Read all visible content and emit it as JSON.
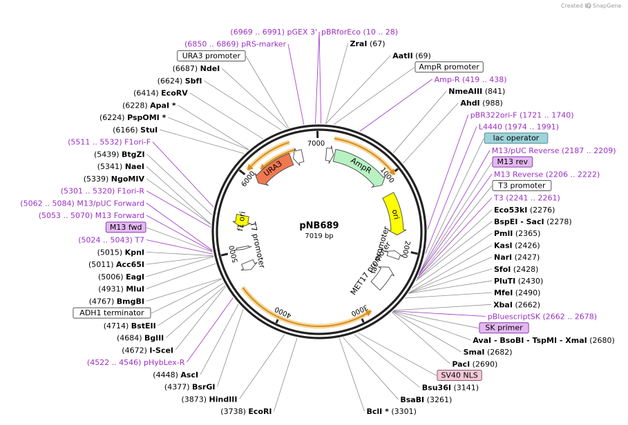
{
  "credit": {
    "text": "Created by",
    "brand": "SnapGene"
  },
  "plasmid": {
    "name": "pNB689",
    "length_label": "7019 bp",
    "length": 7019
  },
  "scale_ticks": [
    {
      "pos": 1000,
      "label": "1000"
    },
    {
      "pos": 2000,
      "label": "2000"
    },
    {
      "pos": 3000,
      "label": "3000"
    },
    {
      "pos": 4000,
      "label": "4000"
    },
    {
      "pos": 5000,
      "label": "5000"
    },
    {
      "pos": 6000,
      "label": "6000"
    },
    {
      "pos": 7000,
      "label": "7000"
    }
  ],
  "features": [
    {
      "name": "AmpR",
      "label": "AmpR",
      "start": 220,
      "end": 1040,
      "color": "#b8f2c2",
      "kind": "arrow",
      "dir": 1
    },
    {
      "name": "ori",
      "label": "ori",
      "start": 1210,
      "end": 1800,
      "color": "#ffff00",
      "kind": "arrow",
      "dir": 1
    },
    {
      "name": "AmpR promoter",
      "label": "",
      "start": 100,
      "end": 205,
      "color": "#ffffff",
      "kind": "arrow",
      "dir": 1
    },
    {
      "name": "lac promoter",
      "label": "lac promoter",
      "start": 2030,
      "end": 2130,
      "color": "#ffffff",
      "kind": "arrow",
      "dir": -1
    },
    {
      "name": "MET17 promoter",
      "label": "MET17 promoter",
      "start": 2280,
      "end": 2610,
      "color": "#ffffff",
      "kind": "arrow",
      "dir": -1
    },
    {
      "name": "T7 promoter",
      "label": "T7 promoter",
      "start": 5010,
      "end": 5045,
      "color": "#ffffff",
      "kind": "arrow",
      "dir": -1
    },
    {
      "name": "f1 ori",
      "label": "f1 ori",
      "start": 5330,
      "end": 5500,
      "color": "#ffff00",
      "kind": "arrow",
      "dir": -1
    },
    {
      "name": "URA3",
      "label": "URA3",
      "start": 6020,
      "end": 6610,
      "color": "#f07850",
      "kind": "arrow",
      "dir": -1
    },
    {
      "name": "URA3 promoter",
      "label": "",
      "start": 6640,
      "end": 6780,
      "color": "#ffffff",
      "kind": "arrow",
      "dir": -1
    },
    {
      "name": "ADH1 terminator",
      "label": "",
      "start": 4700,
      "end": 4820,
      "color": "#ffffff",
      "kind": "arrow",
      "dir": -1
    }
  ],
  "orfs": [
    {
      "start": 180,
      "end": 1030,
      "dir": 1,
      "ring": 137
    },
    {
      "start": 2860,
      "end": 4560,
      "dir": -1,
      "ring": 137
    },
    {
      "start": 6060,
      "end": 6660,
      "dir": -1,
      "ring": 137
    },
    {
      "start": 6180,
      "end": 6700,
      "dir": -1,
      "ring": 124
    }
  ],
  "labels": [
    {
      "text": "pBRforEco",
      "coord": "(10 .. 28)",
      "kind": "primer",
      "layout": "l",
      "pos": 19
    },
    {
      "text": "pGEX 3'",
      "coord": "(6969 .. 6991)",
      "kind": "primer",
      "layout": "l",
      "pos": 6980
    },
    {
      "text": "pRS-marker",
      "coord": "(6850 .. 6869)",
      "kind": "primer",
      "layout": "l",
      "pos": 6860
    },
    {
      "text": "URA3 promoter",
      "coord": "",
      "kind": "box",
      "layout": "b",
      "pos": 6700
    },
    {
      "text": "NdeI",
      "coord": "(6687)",
      "kind": "enzyme",
      "layout": "l",
      "pos": 6687
    },
    {
      "text": "SbfI",
      "coord": "(6624)",
      "kind": "enzyme",
      "layout": "l",
      "pos": 6624
    },
    {
      "text": "EcoRV",
      "coord": "(6414)",
      "kind": "enzyme",
      "layout": "l",
      "pos": 6414
    },
    {
      "text": "ApaI *",
      "coord": "(6228)",
      "kind": "enzyme",
      "layout": "l",
      "pos": 6228
    },
    {
      "text": "PspOMI *",
      "coord": "(6224)",
      "kind": "enzyme",
      "layout": "l",
      "pos": 6224
    },
    {
      "text": "StuI",
      "coord": "(6166)",
      "kind": "enzyme",
      "layout": "l",
      "pos": 6166
    },
    {
      "text": "F1ori-F",
      "coord": "(5511 .. 5532)",
      "kind": "primer",
      "layout": "l",
      "pos": 5521
    },
    {
      "text": "BtgZI",
      "coord": "(5439)",
      "kind": "enzyme",
      "layout": "l",
      "pos": 5439
    },
    {
      "text": "NaeI",
      "coord": "(5341)",
      "kind": "enzyme",
      "layout": "l",
      "pos": 5341
    },
    {
      "text": "NgoMIV",
      "coord": "(5339)",
      "kind": "enzyme",
      "layout": "l",
      "pos": 5339
    },
    {
      "text": "F1ori-R",
      "coord": "(5301 .. 5320)",
      "kind": "primer",
      "layout": "l",
      "pos": 5310
    },
    {
      "text": "M13/pUC Forward",
      "coord": "(5062 .. 5084)",
      "kind": "primer",
      "layout": "l",
      "pos": 5073
    },
    {
      "text": "M13 Forward",
      "coord": "(5053 .. 5070)",
      "kind": "primer",
      "layout": "l",
      "pos": 5061
    },
    {
      "text": "M13 fwd",
      "coord": "",
      "kind": "purbox",
      "layout": "b",
      "pos": 5055
    },
    {
      "text": "T7",
      "coord": "(5024 .. 5043)",
      "kind": "primer",
      "layout": "l",
      "pos": 5033
    },
    {
      "text": "KpnI",
      "coord": "(5015)",
      "kind": "enzyme",
      "layout": "l",
      "pos": 5015
    },
    {
      "text": "Acc65I",
      "coord": "(5011)",
      "kind": "enzyme",
      "layout": "l",
      "pos": 5011
    },
    {
      "text": "EagI",
      "coord": "(5006)",
      "kind": "enzyme",
      "layout": "l",
      "pos": 5006
    },
    {
      "text": "MluI",
      "coord": "(4931)",
      "kind": "enzyme",
      "layout": "l",
      "pos": 4931
    },
    {
      "text": "BmgBI",
      "coord": "(4767)",
      "kind": "enzyme",
      "layout": "l",
      "pos": 4767
    },
    {
      "text": "BstEII",
      "coord": "(4714)",
      "kind": "enzyme",
      "layout": "l",
      "pos": 4714
    },
    {
      "text": "BglII",
      "coord": "(4684)",
      "kind": "enzyme",
      "layout": "l",
      "pos": 4684
    },
    {
      "text": "I-SceI",
      "coord": "(4672)",
      "kind": "enzyme",
      "layout": "l",
      "pos": 4672
    },
    {
      "text": "ADH1 terminator",
      "coord": "",
      "kind": "box",
      "layout": "b",
      "pos": 4760
    },
    {
      "text": "pHybLex-R",
      "coord": "(4522 .. 4546)",
      "kind": "primer",
      "layout": "l",
      "pos": 4534
    },
    {
      "text": "AscI",
      "coord": "(4448)",
      "kind": "enzyme",
      "layout": "l",
      "pos": 4448
    },
    {
      "text": "BsrGI",
      "coord": "(4377)",
      "kind": "enzyme",
      "layout": "l",
      "pos": 4377
    },
    {
      "text": "HindIII",
      "coord": "(3873)",
      "kind": "enzyme",
      "layout": "l",
      "pos": 3873
    },
    {
      "text": "EcoRI",
      "coord": "(3738)",
      "kind": "enzyme",
      "layout": "l",
      "pos": 3738
    },
    {
      "text": "BclI *",
      "coord": "(3301)",
      "kind": "enzyme",
      "layout": "l",
      "pos": 3301
    },
    {
      "text": "BsaBI",
      "coord": "(3261)",
      "kind": "enzyme",
      "layout": "r",
      "pos": 3261
    },
    {
      "text": "Bsu36I",
      "coord": "(3141)",
      "kind": "enzyme",
      "layout": "r",
      "pos": 3141
    },
    {
      "text": "SV40 NLS",
      "coord": "",
      "kind": "pinkbox",
      "layout": "b",
      "pos": 3100
    },
    {
      "text": "PacI",
      "coord": "(2690)",
      "kind": "enzyme",
      "layout": "r",
      "pos": 2690
    },
    {
      "text": "SmaI",
      "coord": "(2682)",
      "kind": "enzyme",
      "layout": "r",
      "pos": 2682
    },
    {
      "text": "AvaI - BsoBI - TspMI - XmaI",
      "coord": "(2680)",
      "kind": "enzyme",
      "layout": "r",
      "pos": 2680
    },
    {
      "text": "SK primer",
      "coord": "",
      "kind": "purbox",
      "layout": "b",
      "pos": 2675
    },
    {
      "text": "XbaI",
      "coord": "(2662)",
      "kind": "enzyme",
      "layout": "r",
      "pos": 2662
    },
    {
      "text": "pBluescriptSK",
      "coord": "(2662 .. 2678)",
      "kind": "primer",
      "layout": "r",
      "pos": 2670
    },
    {
      "text": "MfeI",
      "coord": "(2490)",
      "kind": "enzyme",
      "layout": "r",
      "pos": 2490
    },
    {
      "text": "PluTI",
      "coord": "(2430)",
      "kind": "enzyme",
      "layout": "r",
      "pos": 2430
    },
    {
      "text": "SfoI",
      "coord": "(2428)",
      "kind": "enzyme",
      "layout": "r",
      "pos": 2428
    },
    {
      "text": "NarI",
      "coord": "(2427)",
      "kind": "enzyme",
      "layout": "r",
      "pos": 2427
    },
    {
      "text": "KasI",
      "coord": "(2426)",
      "kind": "enzyme",
      "layout": "r",
      "pos": 2426
    },
    {
      "text": "PmlI",
      "coord": "(2365)",
      "kind": "enzyme",
      "layout": "r",
      "pos": 2365
    },
    {
      "text": "BspEI - SacI",
      "coord": "(2278)",
      "kind": "enzyme",
      "layout": "r",
      "pos": 2278
    },
    {
      "text": "Eco53kI",
      "coord": "(2276)",
      "kind": "enzyme",
      "layout": "r",
      "pos": 2276
    },
    {
      "text": "T3 promoter",
      "coord": "",
      "kind": "box",
      "layout": "b",
      "pos": 2250
    },
    {
      "text": "T3",
      "coord": "(2241 .. 2261)",
      "kind": "primer",
      "layout": "r",
      "pos": 2251
    },
    {
      "text": "M13 rev",
      "coord": "",
      "kind": "purbox",
      "layout": "b",
      "pos": 2214
    },
    {
      "text": "M13 Reverse",
      "coord": "(2206 .. 2222)",
      "kind": "primer",
      "layout": "r",
      "pos": 2214
    },
    {
      "text": "lac operator",
      "coord": "",
      "kind": "lacbox",
      "layout": "b",
      "pos": 2190
    },
    {
      "text": "M13/pUC Reverse",
      "coord": "(2187 .. 2209)",
      "kind": "primer",
      "layout": "r",
      "pos": 2198
    },
    {
      "text": "L4440",
      "coord": "(1974 .. 1991)",
      "kind": "primer",
      "layout": "r",
      "pos": 1982
    },
    {
      "text": "pBR322ori-F",
      "coord": "(1721 .. 1740)",
      "kind": "primer",
      "layout": "r",
      "pos": 1730
    },
    {
      "text": "AhdI",
      "coord": "(988)",
      "kind": "enzyme",
      "layout": "r",
      "pos": 988
    },
    {
      "text": "NmeAIII",
      "coord": "(841)",
      "kind": "enzyme",
      "layout": "r",
      "pos": 841
    },
    {
      "text": "Amp-R",
      "coord": "(419 .. 438)",
      "kind": "primer",
      "layout": "r",
      "pos": 428
    },
    {
      "text": "AmpR promoter",
      "coord": "",
      "kind": "box",
      "layout": "b",
      "pos": 150
    },
    {
      "text": "AatII",
      "coord": "(69)",
      "kind": "enzyme",
      "layout": "r",
      "pos": 69
    },
    {
      "text": "ZraI",
      "coord": "(67)",
      "kind": "enzyme",
      "layout": "r",
      "pos": 67
    }
  ]
}
